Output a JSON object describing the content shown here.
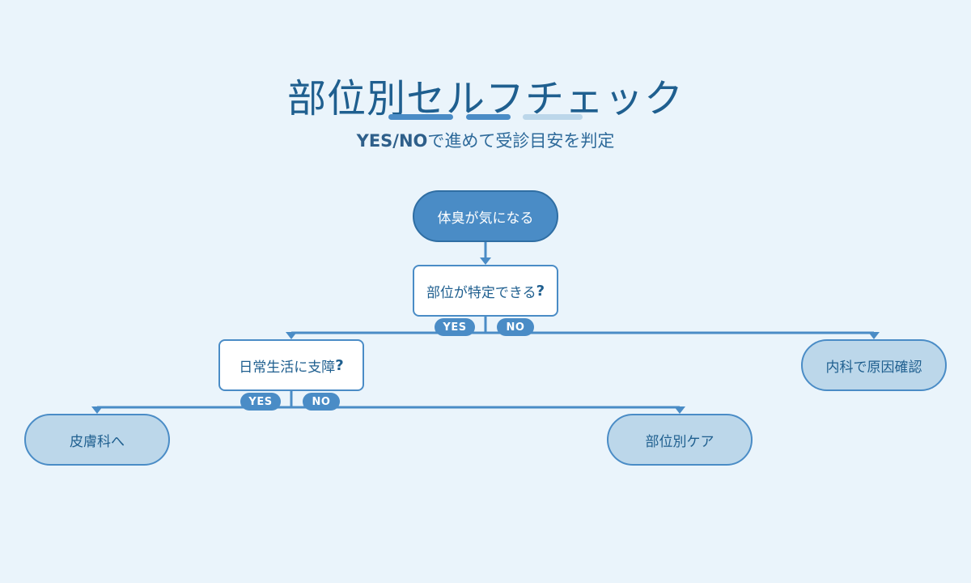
{
  "header": {
    "title": "部位別セルフチェック",
    "subtitle_bold": "YES/NO",
    "subtitle_rest": "で進めて受診目安を判定"
  },
  "colors": {
    "background": "#eaf4fb",
    "primary": "#4a8cc6",
    "primary_dark": "#2f6ea3",
    "result_fill": "#bcd7ea",
    "text": "#1f5f8f"
  },
  "flowchart": {
    "start": {
      "label": "体臭が気になる"
    },
    "q1": {
      "label": "部位が特定できる",
      "mark": "?"
    },
    "q1_yes": "YES",
    "q1_no": "NO",
    "q2": {
      "label": "日常生活に支障",
      "mark": "?"
    },
    "q2_yes": "YES",
    "q2_no": "NO",
    "result_internal": "内科で原因確認",
    "result_derm": "皮膚科へ",
    "result_care": "部位別ケア"
  }
}
